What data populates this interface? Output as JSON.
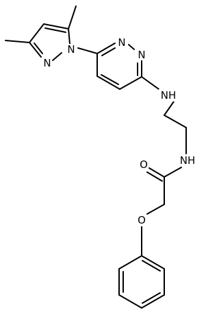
{
  "atoms": {
    "pyrazole_n1": "N",
    "pyrazole_n2": "N",
    "pyridazine_n1": "N",
    "pyridazine_n2": "N",
    "amine_nh": "NH",
    "amide_nh": "NH",
    "carbonyl_o": "O",
    "ether_o": "O"
  },
  "colors": {
    "bond": "#000000",
    "text": "#000000",
    "background": "#ffffff"
  }
}
